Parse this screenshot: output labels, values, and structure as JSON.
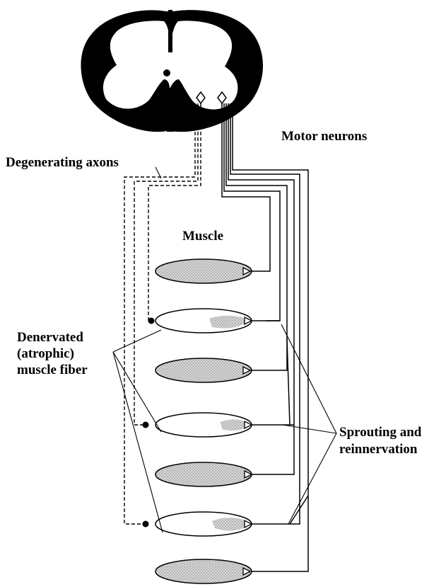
{
  "labels": {
    "motor_neurons": "Motor neurons",
    "degenerating_axons": "Degenerating axons",
    "muscle": "Muscle",
    "denervated_line1": "Denervated",
    "denervated_line2": "(atrophic)",
    "denervated_line3": "muscle fiber",
    "sprouting_line1": "Sprouting and",
    "sprouting_line2": "reinnervation"
  },
  "colors": {
    "ink": "#000000",
    "fiber_fill": "#cfcfcf",
    "atrophic_fill": "#ffffff",
    "background": "#ffffff"
  }
}
